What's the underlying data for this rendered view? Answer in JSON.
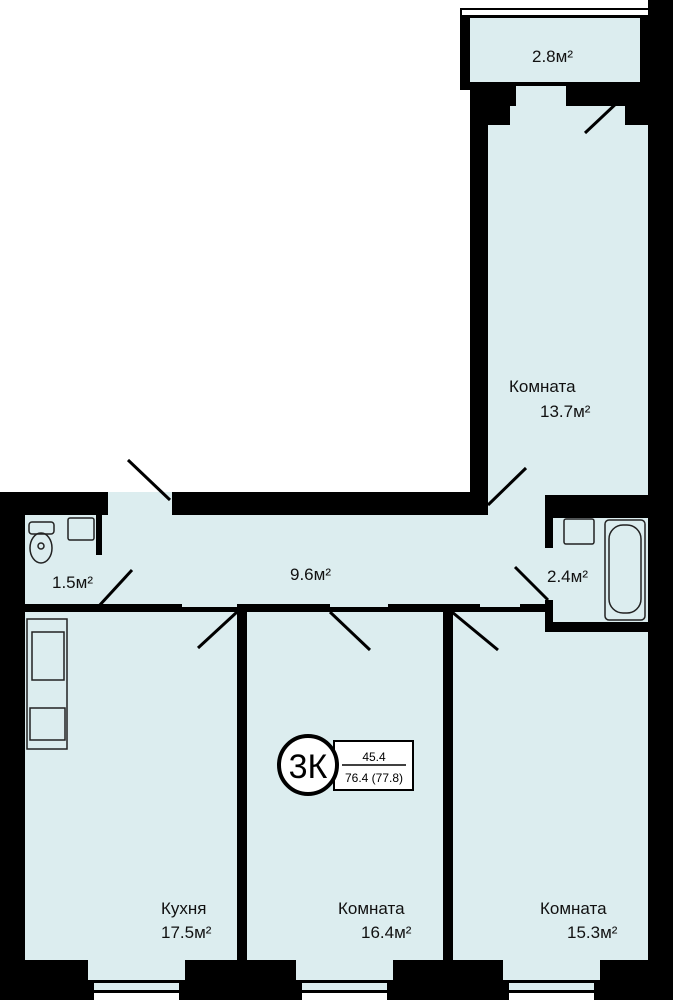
{
  "plan": {
    "type_badge": "3К",
    "living_area": "45.4",
    "total_area": "76.4 (77.8)",
    "rooms": {
      "balcony": {
        "area": "2.8м²"
      },
      "room_north": {
        "name": "Комната",
        "area": "13.7м²"
      },
      "hall": {
        "area": "9.6м²"
      },
      "wc": {
        "area": "1.5м²"
      },
      "bathroom": {
        "area": "2.4м²"
      },
      "kitchen": {
        "name": "Кухня",
        "area": "17.5м²"
      },
      "room_middle": {
        "name": "Комната",
        "area": "16.4м²"
      },
      "room_right": {
        "name": "Комната",
        "area": "15.3м²"
      }
    },
    "colors": {
      "floor": "#dcedef",
      "wall": "#000000"
    }
  }
}
